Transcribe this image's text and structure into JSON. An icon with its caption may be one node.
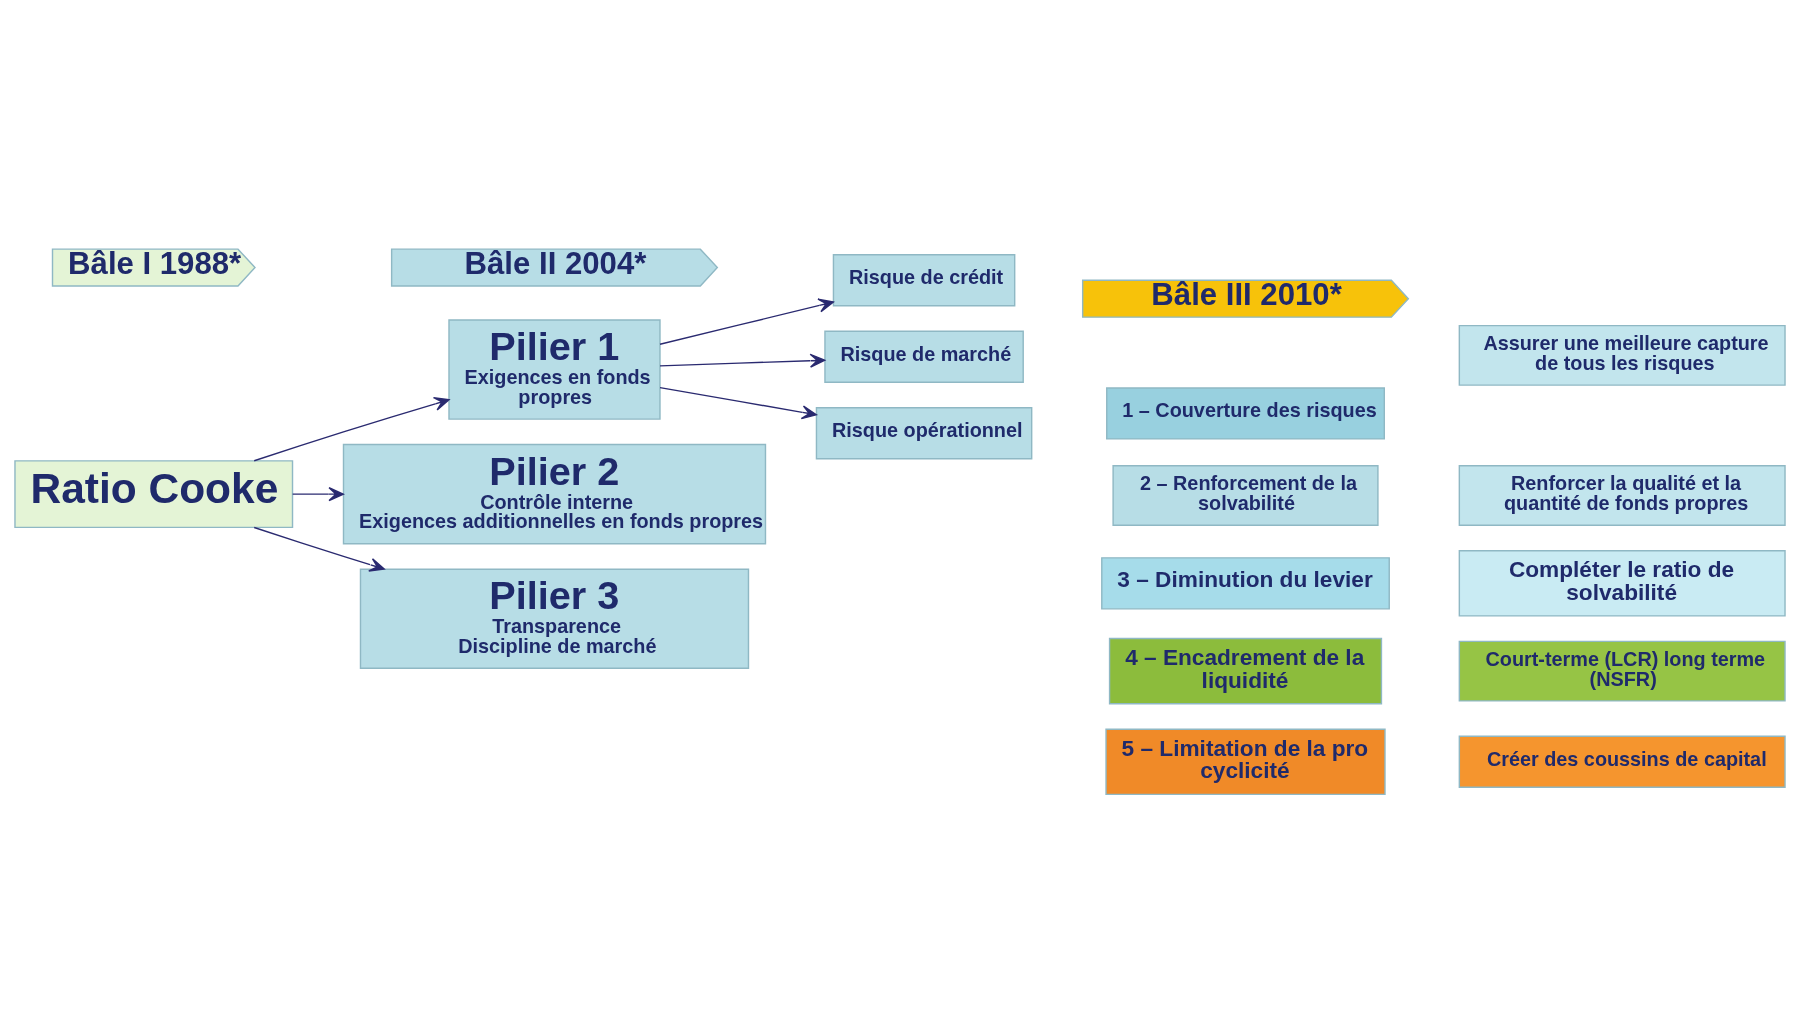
{
  "diagram": {
    "nodes": [
      {
        "text": [
          "Bâle I 1988*"
        ]
      },
      {
        "text": [
          "Bâle II 2004*"
        ]
      },
      {
        "text": [
          "Bâle III 2010*"
        ]
      },
      {
        "text": [
          "Ratio Cooke"
        ]
      },
      {
        "text": [
          "Pilier 1",
          "Exigences en fonds propres"
        ]
      },
      {
        "text": [
          "Risque de crédit"
        ]
      },
      {
        "text": [
          "Risque de marché"
        ]
      },
      {
        "text": [
          "Risque opérationnel"
        ]
      },
      {
        "text": [
          "Pilier 2",
          "Contrôle interne",
          "Exigences additionnelles en fonds propres"
        ]
      },
      {
        "text": [
          "Pilier 3",
          "Transparence",
          "Discipline de marché"
        ]
      },
      {
        "text": [
          "1 – Couverture des risques"
        ]
      },
      {
        "text": [
          "Assurer une meilleure capture de tous les risques"
        ]
      },
      {
        "text": [
          "2 – Renforcement de la solvabilité"
        ]
      },
      {
        "text": [
          "Renforcer la qualité et la quantité de fonds propres"
        ]
      },
      {
        "text": [
          "3 – Diminution du levier"
        ]
      },
      {
        "text": [
          "Compléter le ratio de solvabilité"
        ]
      },
      {
        "text": [
          "4 – Encadrement de la liquidité"
        ]
      },
      {
        "text": [
          "Court-terme (LCR) long terme (NSFR)"
        ]
      },
      {
        "text": [
          "5 – Limitation de la pro cyclicité"
        ]
      },
      {
        "text": [
          "Créer des coussins de capital"
        ]
      }
    ],
    "edges": [
      {
        "from": 3,
        "to": 4,
        "arrow": "to"
      },
      {
        "from": 3,
        "to": 8,
        "arrow": "to"
      },
      {
        "from": 3,
        "to": 9,
        "arrow": "to"
      },
      {
        "from": 4,
        "to": 5,
        "arrow": "to"
      },
      {
        "from": 4,
        "to": 6,
        "arrow": "to"
      },
      {
        "from": 4,
        "to": 7,
        "arrow": "to"
      }
    ]
  }
}
